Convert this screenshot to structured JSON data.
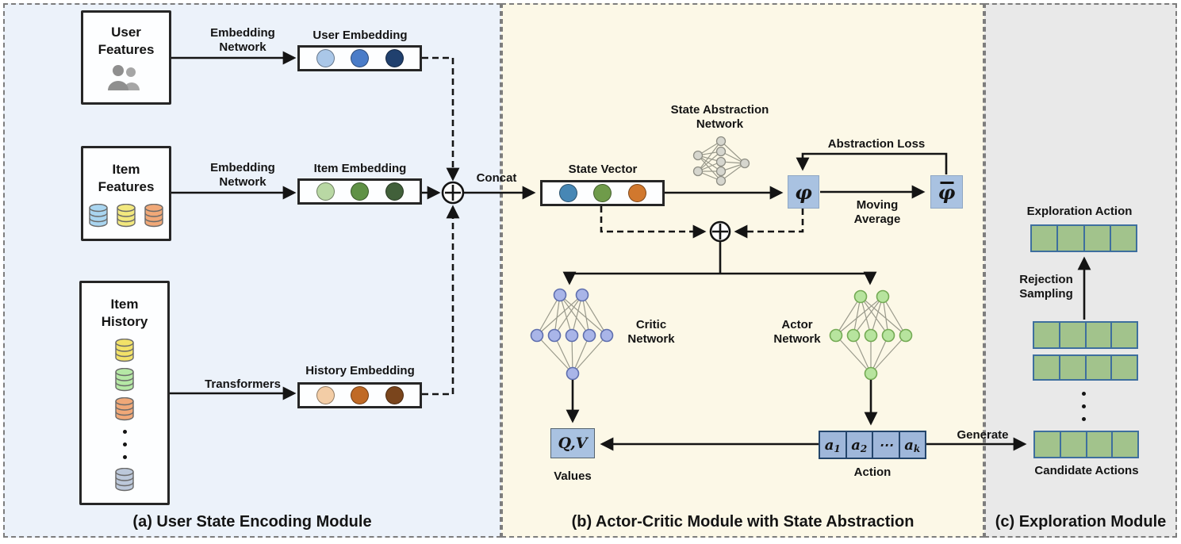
{
  "panels": {
    "a": {
      "caption": "(a) User State Encoding Module",
      "bg": "#ecf2fa"
    },
    "b": {
      "caption": "(b) Actor-Critic Module with State Abstraction",
      "bg": "#fcf8e7"
    },
    "c": {
      "caption": "(c) Exploration Module",
      "bg": "#e9e9e9"
    }
  },
  "module_a": {
    "user_features": {
      "line1": "User",
      "line2": "Features"
    },
    "item_features": {
      "line1": "Item",
      "line2": "Features"
    },
    "item_history": {
      "line1": "Item",
      "line2": "History"
    },
    "embedding_network": {
      "line1": "Embedding",
      "line2": "Network"
    },
    "transformers_label": "Transformers",
    "user_embedding_label": "User Embedding",
    "item_embedding_label": "Item Embedding",
    "history_embedding_label": "History Embedding",
    "concat_label": "Concat",
    "colors": {
      "user_embedding": [
        "#aac7e8",
        "#4a7cc8",
        "#20406e"
      ],
      "item_embedding": [
        "#b9d8a4",
        "#5f9145",
        "#41603a"
      ],
      "history_embedding": [
        "#f3cda6",
        "#c06a26",
        "#7a451c"
      ],
      "item_features_dbs": [
        "#a9d5f0",
        "#f2e87e",
        "#f0a878"
      ],
      "item_history_dbs": [
        "#f2e268",
        "#b5e8a5",
        "#f0a878",
        "#bcc8da"
      ]
    }
  },
  "module_b": {
    "state_abstraction_network": {
      "line1": "State Abstraction",
      "line2": "Network"
    },
    "state_vector_label": "State Vector",
    "phi_label": "φ",
    "phi_bar_label": "φ",
    "abstraction_loss_label": "Abstraction Loss",
    "moving_average": {
      "line1": "Moving",
      "line2": "Average"
    },
    "critic_network": {
      "line1": "Critic",
      "line2": "Network"
    },
    "actor_network": {
      "line1": "Actor",
      "line2": "Network"
    },
    "qv_label": "Q,V",
    "values_label": "Values",
    "action_label": "Action",
    "generate_label": "Generate",
    "action_cells": [
      {
        "base": "a",
        "sub": "1"
      },
      {
        "base": "a",
        "sub": "2"
      },
      {
        "base": "⋯",
        "sub": ""
      },
      {
        "base": "a",
        "sub": "k"
      }
    ],
    "colors": {
      "state_vector": [
        "#4787b5",
        "#6f9b4a",
        "#d1782e"
      ],
      "math_box_blue": "#a9c2e1",
      "action_cell_blue": "#9fb7da"
    }
  },
  "module_c": {
    "exploration_action_label": "Exploration Action",
    "rejection_sampling": {
      "line1": "Rejection",
      "line2": "Sampling"
    },
    "candidate_actions_label": "Candidate Actions",
    "colors": {
      "cell_green": "#a2c38c"
    }
  }
}
